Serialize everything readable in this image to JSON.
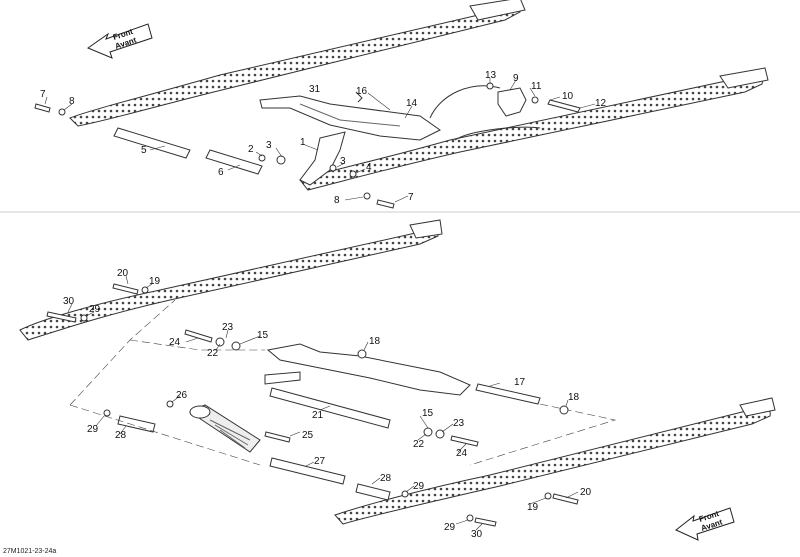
{
  "reference_code": "27M1021-23-24a",
  "front_arrow": {
    "line1": "Front",
    "line2": "Avant"
  },
  "callouts": [
    "1",
    "2",
    "3",
    "4",
    "5",
    "6",
    "7",
    "8",
    "9",
    "10",
    "11",
    "12",
    "13",
    "14",
    "15",
    "16",
    "17",
    "18",
    "19",
    "20",
    "21",
    "22",
    "23",
    "24",
    "25",
    "26",
    "27",
    "28",
    "29",
    "30",
    "31"
  ],
  "top_assembly": {
    "label_1": "1",
    "label_2": "2",
    "label_3a": "3",
    "label_3b": "3",
    "label_4": "4",
    "label_5": "5",
    "label_6": "6",
    "label_7a": "7",
    "label_7b": "7",
    "label_8a": "8",
    "label_8b": "8",
    "label_9": "9",
    "label_10": "10",
    "label_11": "11",
    "label_12": "12",
    "label_13": "13",
    "label_14": "14",
    "label_16": "16",
    "label_31": "31"
  },
  "bottom_assembly": {
    "label_15a": "15",
    "label_15b": "15",
    "label_17": "17",
    "label_18a": "18",
    "label_18b": "18",
    "label_19a": "19",
    "label_19b": "19",
    "label_20a": "20",
    "label_20b": "20",
    "label_21": "21",
    "label_22a": "22",
    "label_22b": "22",
    "label_23a": "23",
    "label_23b": "23",
    "label_24a": "24",
    "label_24b": "24",
    "label_25": "25",
    "label_26": "26",
    "label_27": "27",
    "label_28a": "28",
    "label_28b": "28",
    "label_29a": "29",
    "label_29b": "29",
    "label_29c": "29",
    "label_29d": "29",
    "label_30a": "30",
    "label_30b": "30"
  }
}
